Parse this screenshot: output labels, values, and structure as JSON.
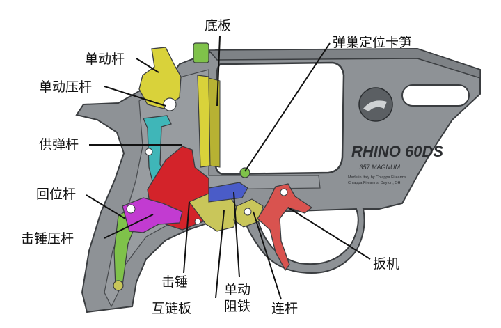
{
  "labels": {
    "base_plate": "底板",
    "cylinder_latch_spring": "弹巢定位卡笋",
    "single_action_lever": "单动杆",
    "single_action_press_lever": "单动压杆",
    "cartridge_feed_lever": "供弹杆",
    "return_lever": "回位杆",
    "hammer_press_lever": "击锤压杆",
    "hammer": "击锤",
    "interlink_plate": "互链板",
    "single_action_sear": "单动\n阻铁",
    "connecting_rod": "连杆",
    "trigger": "扳机"
  },
  "frame_engraving": {
    "model": "RHINO 60DS",
    "caliber": ".357 MAGNUM",
    "maker_line1": "Made in Italy by Chiappa Firearms",
    "maker_line2": "Chiappa Firearms, Dayton, OH"
  },
  "colors": {
    "frame": "#8e9296",
    "frame_dark": "#3a3d40",
    "window": "#ffffff",
    "yellow_part": "#d9d23a",
    "green_part": "#7fc24a",
    "red_part": "#d3232a",
    "cyan_part": "#3fb6b8",
    "magenta_part": "#c23bd1",
    "blue_part": "#4a5cc8",
    "olive_part": "#c9c65a",
    "trigger_part": "#d9534f"
  }
}
